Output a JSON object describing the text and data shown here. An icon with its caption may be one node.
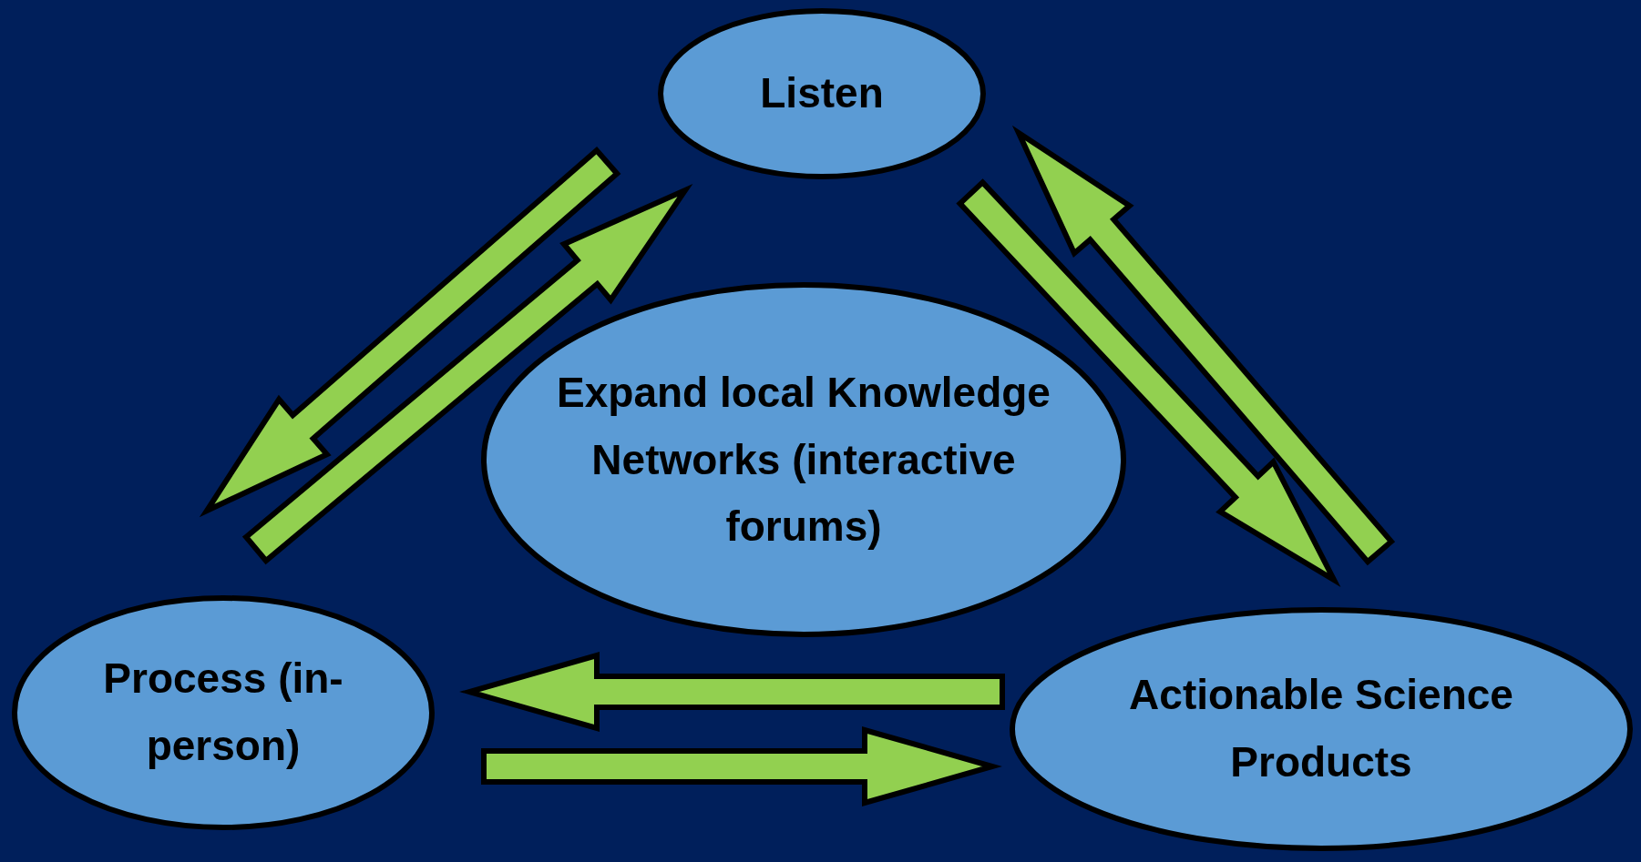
{
  "diagram": {
    "nodes": [
      {
        "text": [
          "Listen"
        ]
      },
      {
        "text": [
          "Expand local Knowledge Networks (interactive forums)"
        ]
      },
      {
        "text": [
          "Process (in-person)"
        ]
      },
      {
        "text": [
          "Actionable Science Products"
        ]
      }
    ],
    "edges": [
      {
        "from": 0,
        "to": 2,
        "arrow": "to"
      },
      {
        "from": 2,
        "to": 0,
        "arrow": "to"
      },
      {
        "from": 0,
        "to": 3,
        "arrow": "to"
      },
      {
        "from": 3,
        "to": 0,
        "arrow": "to"
      },
      {
        "from": 3,
        "to": 2,
        "arrow": "to"
      },
      {
        "from": 2,
        "to": 3,
        "arrow": "to"
      }
    ]
  }
}
